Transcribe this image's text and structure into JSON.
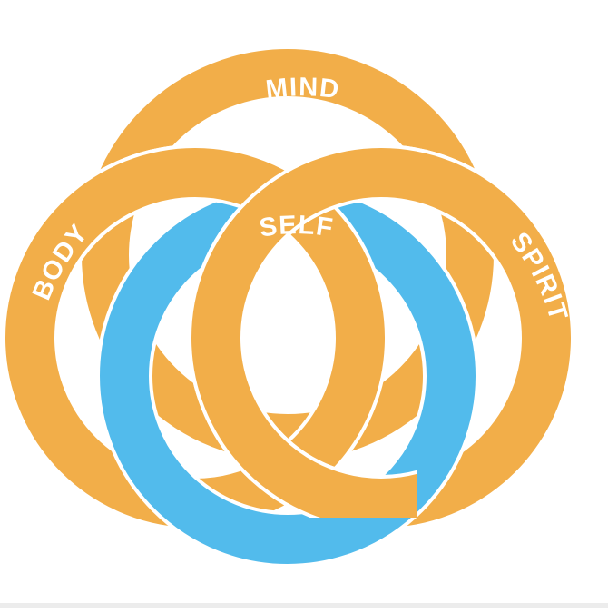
{
  "diagram": {
    "labels": {
      "mind": "MIND",
      "body": "BODY",
      "spirit": "SPIRIT",
      "self": "SELF"
    },
    "colors": {
      "outer_rings": "#F2AE49",
      "self_ring": "#52BBEC",
      "gap": "#ffffff",
      "background": "#ffffff"
    }
  }
}
